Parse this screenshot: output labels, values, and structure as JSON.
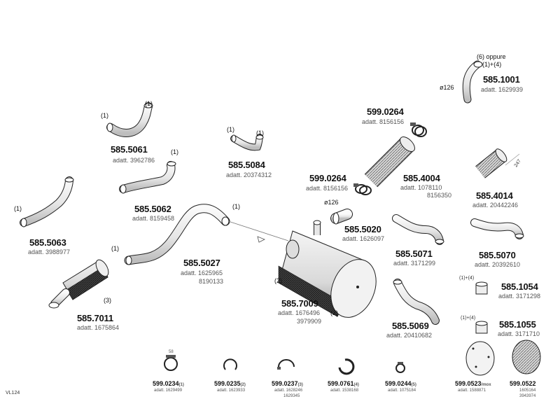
{
  "sheet_code": "VL124",
  "parts": [
    {
      "id": "p5851001",
      "number": "585.1001",
      "adatt": "adatt. 1629939",
      "qty": "(6) oppure",
      "qty2": "(1)+(4)",
      "dim": "ø126"
    },
    {
      "id": "p5995061",
      "number": "585.5061",
      "adatt": "adatt. 3962786",
      "qty": "(1)",
      "qty2": "(1)"
    },
    {
      "id": "p5855084",
      "number": "585.5084",
      "adatt": "adatt. 20374312",
      "qty": "(1)",
      "qty2": "(1)"
    },
    {
      "id": "p5990264a",
      "number": "599.0264",
      "adatt": "adatt. 8156156"
    },
    {
      "id": "p5990264b",
      "number": "599.0264",
      "adatt": "adatt. 8156156"
    },
    {
      "id": "p5854004",
      "number": "585.4004",
      "adatt": "adatt. 1078110",
      "adatt2": "8156350"
    },
    {
      "id": "p5855062",
      "number": "585.5062",
      "adatt": "adatt. 8159458",
      "qty": "(1)"
    },
    {
      "id": "p5854014",
      "number": "585.4014",
      "adatt": "adatt. 20442246",
      "dim": "247"
    },
    {
      "id": "p5855063",
      "number": "585.5063",
      "adatt": "adatt. 3988977",
      "qty": "(1)"
    },
    {
      "id": "p5855020",
      "number": "585.5020",
      "adatt": "adatt. 1626097",
      "dim": "ø126"
    },
    {
      "id": "p5855027",
      "number": "585.5027",
      "adatt": "adatt. 1625965",
      "adatt2": "8190133",
      "qty": "(1)",
      "qty2": "(1)"
    },
    {
      "id": "p5855071",
      "number": "585.5071",
      "adatt": "adatt. 3171299"
    },
    {
      "id": "p5855070",
      "number": "585.5070",
      "adatt": "adatt. 20392610"
    },
    {
      "id": "p5851054",
      "number": "585.1054",
      "adatt": "adatt. 3171298",
      "qty": "(1)+(4)"
    },
    {
      "id": "p5857009",
      "number": "585.7009",
      "adatt": "adatt. 1676496",
      "adatt2": "3979909",
      "qty": "(2)",
      "qty2": "(2)"
    },
    {
      "id": "p5857011",
      "number": "585.7011",
      "adatt": "adatt. 1675864",
      "qty": "(3)"
    },
    {
      "id": "p5855069",
      "number": "585.5069",
      "adatt": "adatt. 20410682"
    },
    {
      "id": "p5851055",
      "number": "585.1055",
      "adatt": "adatt. 3171710",
      "qty": "(1)+(4)"
    }
  ],
  "small_parts": [
    {
      "number": "599.0234",
      "qty": "(1)",
      "adatt": "adatt. 1629499",
      "tag": "58"
    },
    {
      "number": "599.0235",
      "qty": "(2)",
      "adatt": "adatt. 1623933"
    },
    {
      "number": "599.0237",
      "qty": "(3)",
      "adatt": "adatt. 1628246",
      "adatt2": "1629345"
    },
    {
      "number": "599.0761",
      "qty": "(4)",
      "adatt": "adatt. 1538168"
    },
    {
      "number": "599.0244",
      "qty": "(5)",
      "adatt": "adatt. 1075184"
    },
    {
      "number": "599.0523",
      "qty": "/mox",
      "adatt": "adatt. 1588871"
    },
    {
      "number": "599.0522",
      "adatt": "1605164",
      "adatt2": "3943974"
    }
  ]
}
